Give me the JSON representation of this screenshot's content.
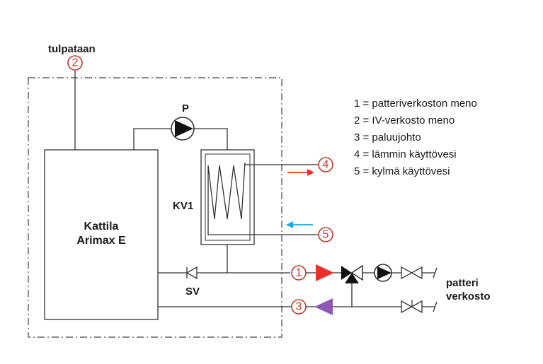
{
  "labels": {
    "tulpataan": "tulpataan",
    "pump": "P",
    "heat_exchanger": "KV1",
    "boiler_line1": "Kattila",
    "boiler_line2": "Arimax E",
    "check_valve": "SV",
    "network_line1": "patteri",
    "network_line2": "verkosto"
  },
  "markers": [
    "1",
    "2",
    "3",
    "4",
    "5"
  ],
  "legend": [
    "1 = patteriverkoston meno",
    "2 = IV-verkosto meno",
    "3 = paluujohto",
    "4 = lämmin käyttövesi",
    "5 = kylmä käyttövesi"
  ],
  "colors": {
    "marker": "#c0392b",
    "supply_arrow": "#e8302a",
    "return_arrow": "#8e59b3",
    "cold_arrow": "#1aa8e0",
    "line": "#333333"
  }
}
